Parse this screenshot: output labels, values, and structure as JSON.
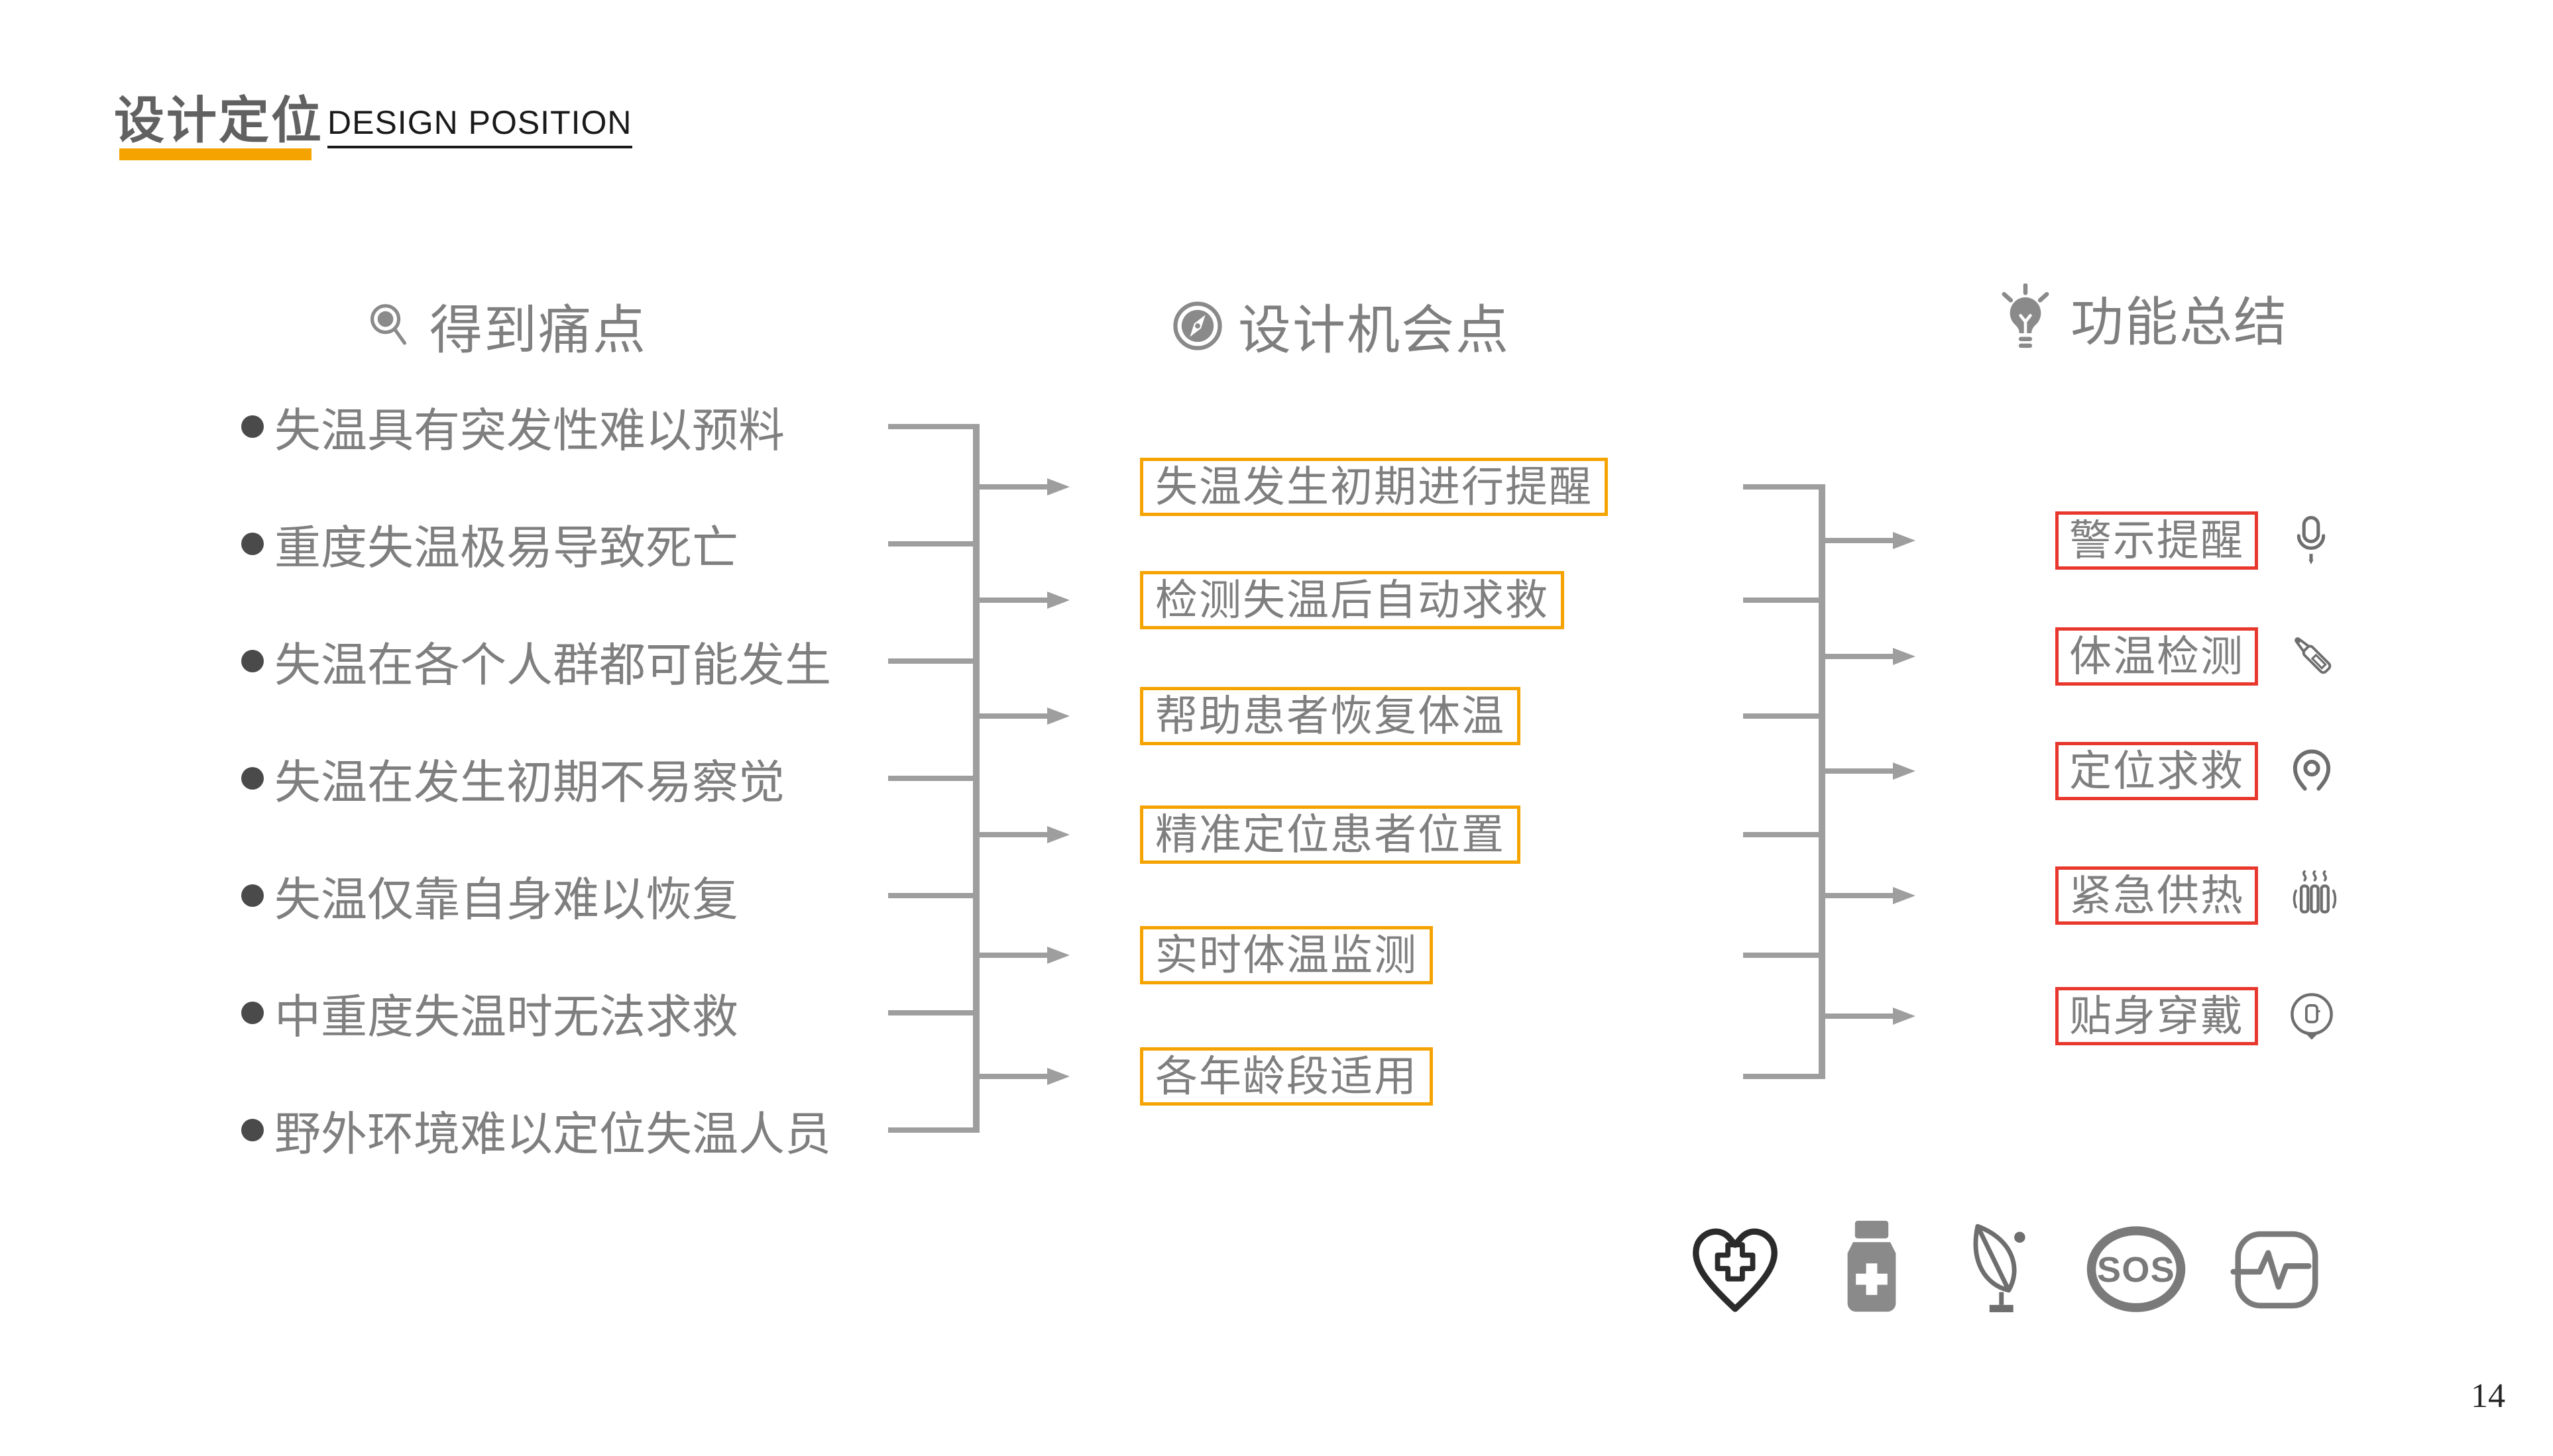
{
  "page": {
    "title_zh": "设计定位",
    "title_en": "DESIGN POSITION",
    "page_number": "14"
  },
  "colors": {
    "accent_orange": "#F5A300",
    "accent_red": "#E8382D",
    "text_gray": "#7F7F7F",
    "title_gray": "#616161",
    "line_gray": "#9E9E9E"
  },
  "columns": {
    "painpoints": {
      "header": "得到痛点",
      "header_icon": "magnifier-icon",
      "items": [
        "失温具有突发性难以预料",
        "重度失温极易导致死亡",
        "失温在各个人群都可能发生",
        "失温在发生初期不易察觉",
        "失温仅靠自身难以恢复",
        "中重度失温时无法求救",
        "野外环境难以定位失温人员"
      ]
    },
    "opportunities": {
      "header": "设计机会点",
      "header_icon": "compass-icon",
      "items": [
        "失温发生初期进行提醒",
        "检测失温后自动求救",
        "帮助患者恢复体温",
        "精准定位患者位置",
        "实时体温监测",
        "各年龄段适用"
      ]
    },
    "functions": {
      "header": "功能总结",
      "header_icon": "lightbulb-icon",
      "items": [
        {
          "label": "警示提醒",
          "icon": "microphone-icon"
        },
        {
          "label": "体温检测",
          "icon": "thermometer-icon"
        },
        {
          "label": "定位求救",
          "icon": "location-pin-icon"
        },
        {
          "label": "紧急供热",
          "icon": "heater-icon"
        },
        {
          "label": "贴身穿戴",
          "icon": "wearable-watch-icon"
        }
      ]
    }
  },
  "footer": {
    "icons": [
      "heart-cross-icon",
      "medicine-bottle-icon",
      "satellite-dish-icon",
      "sos-icon",
      "ecg-monitor-icon"
    ],
    "sos_label": "SOS"
  }
}
